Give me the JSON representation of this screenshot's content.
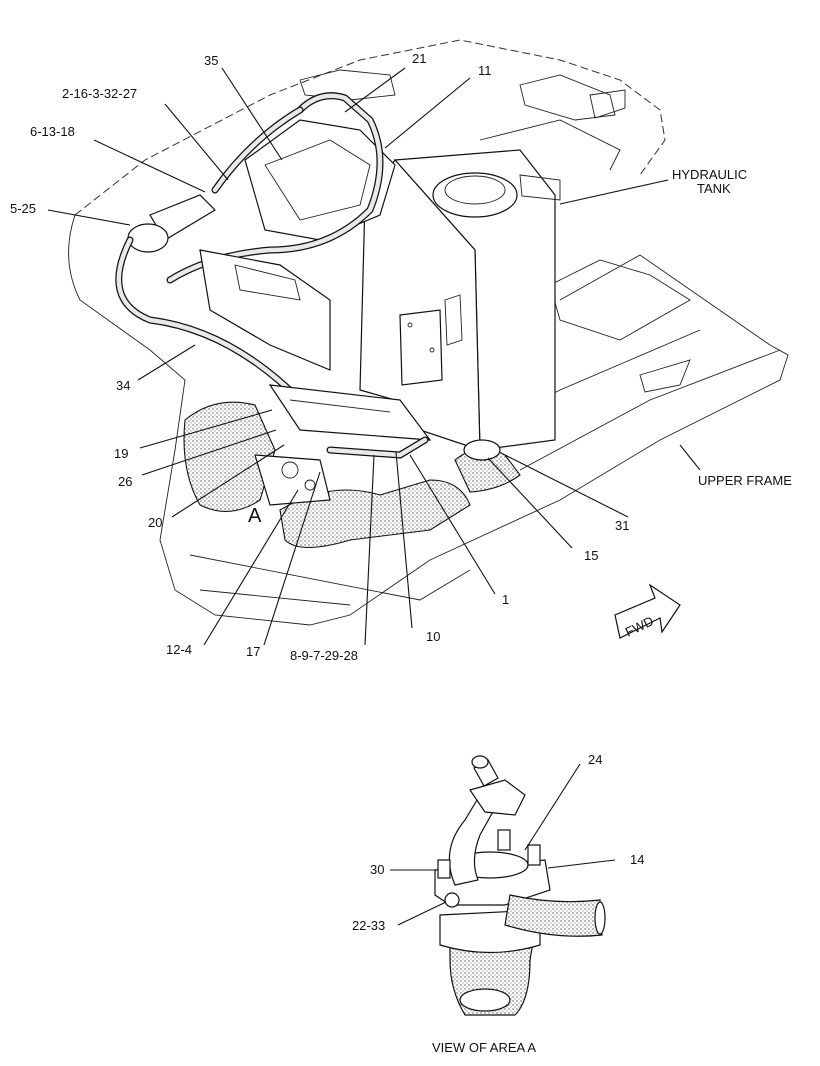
{
  "callouts": {
    "c35": "35",
    "c21": "21",
    "c11": "11",
    "c2_16": "2-16-3-32-27",
    "c6_13": "6-13-18",
    "c5_25": "5-25",
    "c34": "34",
    "c19": "19",
    "c26": "26",
    "c20": "20",
    "c12_4": "12-4",
    "c17": "17",
    "c8_9": "8-9-7-29-28",
    "c10": "10",
    "c1": "1",
    "c15": "15",
    "c31": "31",
    "c24": "24",
    "c14": "14",
    "c30": "30",
    "c22_33": "22-33"
  },
  "tank_label_1": "HYDRAULIC",
  "tank_label_2": "TANK",
  "frame_label": "UPPER FRAME",
  "area_marker": "A",
  "fwd_label": "FWD",
  "view_caption": "VIEW OF AREA  A"
}
